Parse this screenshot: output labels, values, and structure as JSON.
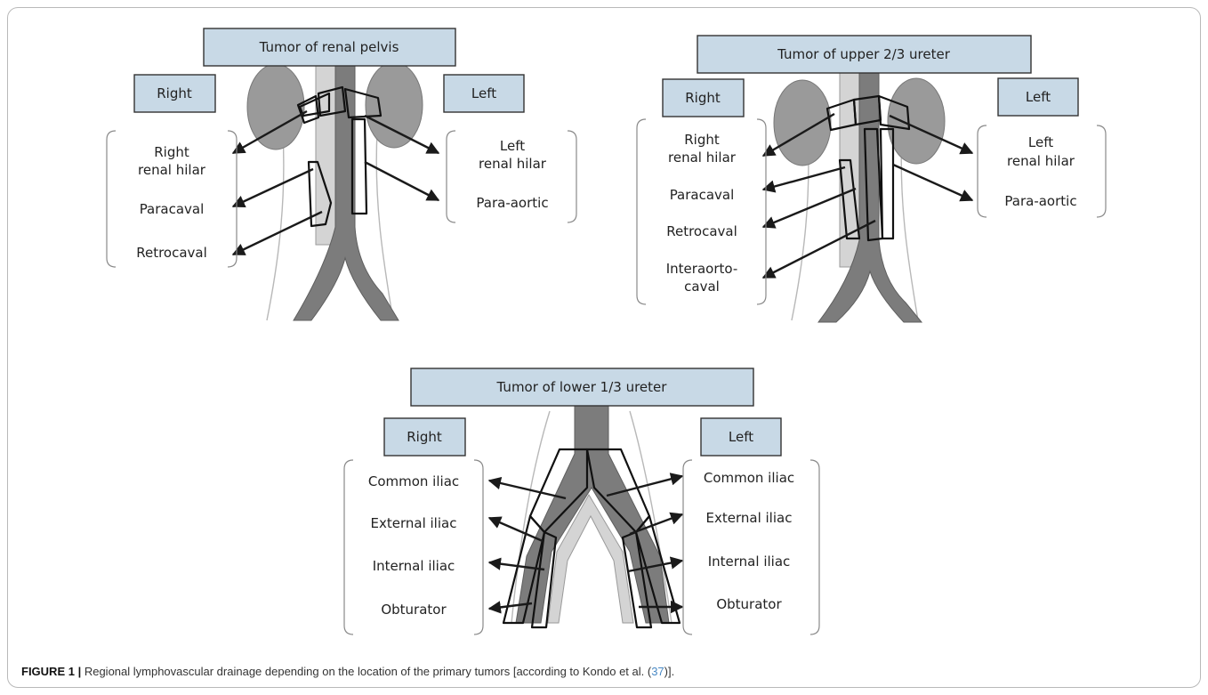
{
  "panels": {
    "renal_pelvis": {
      "title": "Tumor of renal pelvis",
      "right_header": "Right",
      "left_header": "Left",
      "right_labels": [
        "Right",
        "renal hilar",
        "Paracaval",
        "Retrocaval"
      ],
      "left_labels": [
        "Left",
        "renal hilar",
        "Para-aortic"
      ]
    },
    "upper_ureter": {
      "title": "Tumor of upper 2/3 ureter",
      "right_header": "Right",
      "left_header": "Left",
      "right_labels": [
        "Right",
        "renal hilar",
        "Paracaval",
        "Retrocaval",
        "Interaorto-",
        "caval"
      ],
      "left_labels": [
        "Left",
        "renal hilar",
        "Para-aortic"
      ]
    },
    "lower_ureter": {
      "title": "Tumor of lower 1/3 ureter",
      "right_header": "Right",
      "left_header": "Left",
      "right_labels": [
        "Common iliac",
        "External iliac",
        "Internal iliac",
        "Obturator"
      ],
      "left_labels": [
        "Common iliac",
        "External iliac",
        "Internal iliac",
        "Obturator"
      ]
    }
  },
  "caption": {
    "label": "FIGURE 1 |",
    "text": "Regional lymphovascular drainage depending on the location of the primary tumors [according to Kondo et al. (",
    "ref": "37",
    "end": ")]."
  },
  "colors": {
    "header_fill": "#c8d9e6",
    "aorta": "#7c7c7c",
    "vena_cava": "#d4d4d4",
    "kidney": "#9a9a9a",
    "citation": "#4a8ac5"
  }
}
